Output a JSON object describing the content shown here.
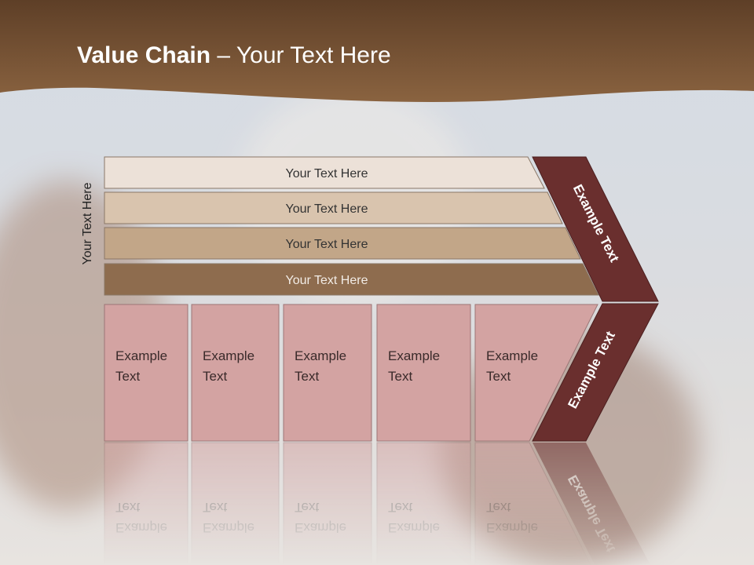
{
  "slide": {
    "title_bold": "Value Chain",
    "title_rest": " – Your Text Here",
    "side_label": "Your Text Here"
  },
  "bars": [
    {
      "label": "Your Text Here",
      "fill": "#ece1d8"
    },
    {
      "label": "Your Text Here",
      "fill": "#d9c4ae"
    },
    {
      "label": "Your Text Here",
      "fill": "#c2a688"
    },
    {
      "label": "Your Text Here",
      "fill": "#8e6c4e"
    }
  ],
  "activities": [
    {
      "line1": "Example",
      "line2": "Text"
    },
    {
      "line1": "Example",
      "line2": "Text"
    },
    {
      "line1": "Example",
      "line2": "Text"
    },
    {
      "line1": "Example",
      "line2": "Text"
    },
    {
      "line1": "Example",
      "line2": "Text"
    }
  ],
  "margin": {
    "upper_label": "Example Text",
    "lower_label": "Example Text"
  },
  "colors": {
    "header": "#7a5636",
    "activity_fill": "#d3a3a2",
    "margin_fill": "#6a2f2e"
  }
}
